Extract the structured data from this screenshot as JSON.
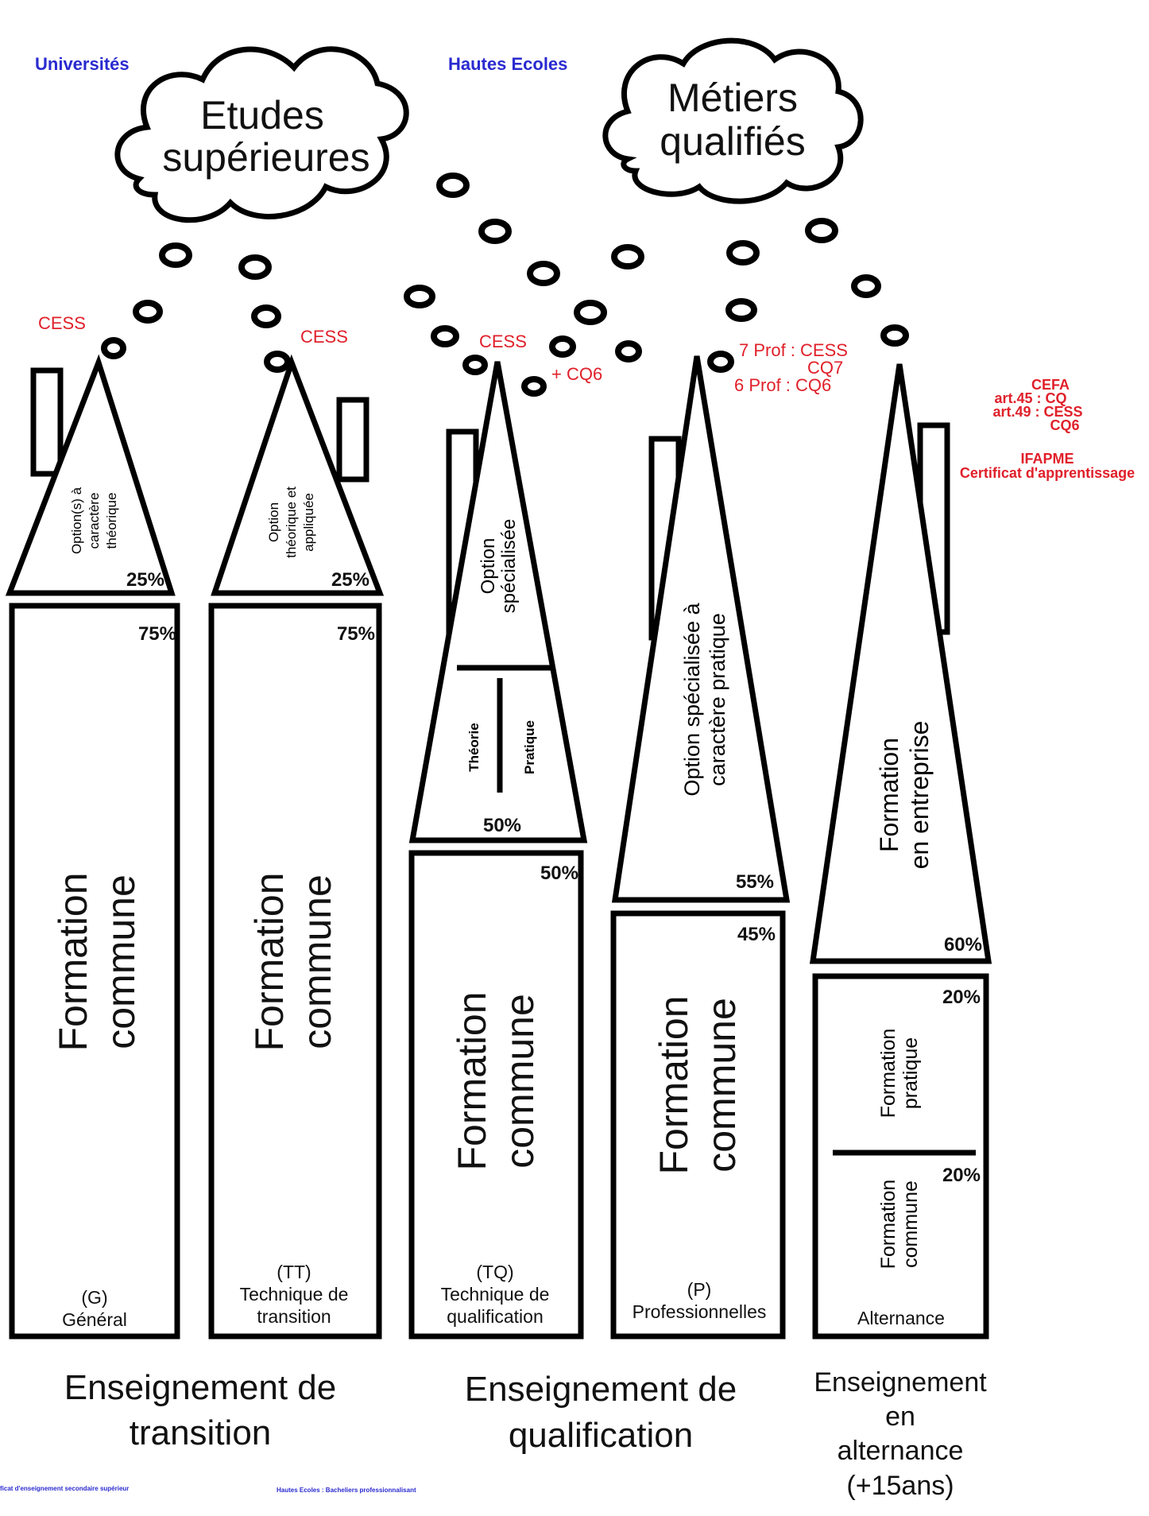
{
  "clouds": {
    "etudes_line1": "Etudes",
    "etudes_line2": "supérieures",
    "metiers_line1": "Métiers",
    "metiers_line2": "qualifiés"
  },
  "destinations": {
    "universites": "Universités",
    "hautes_ecoles": "Hautes Ecoles"
  },
  "certificates": {
    "g_cess": "CESS",
    "tt_cess": "CESS",
    "tq_cess": "CESS",
    "tq_cq6": "+ CQ6",
    "p_line1": "7 Prof : CESS",
    "p_line2": "CQ7",
    "p_line3": "6 Prof : CQ6",
    "alt_line1": "CEFA",
    "alt_line2": "art.45 : CQ",
    "alt_line3": "art.49 : CESS",
    "alt_line4": "CQ6",
    "alt_line5": "IFAPME",
    "alt_line6": "Certificat d'apprentissage"
  },
  "columns": [
    {
      "option_lines": [
        "Option(s) à",
        "caractère",
        "théorique"
      ],
      "option_pct": "25%",
      "common_pct": "75%",
      "common_line1": "Formation",
      "common_line2": "commune",
      "code": "(G)",
      "name_line1": "Général",
      "name_line2": ""
    },
    {
      "option_lines": [
        "Option",
        "théorique et",
        "appliquée"
      ],
      "option_pct": "25%",
      "common_pct": "75%",
      "common_line1": "Formation",
      "common_line2": "commune",
      "code": "(TT)",
      "name_line1": "Technique de",
      "name_line2": "transition"
    },
    {
      "option_lines": [
        "Option",
        "spécialisée"
      ],
      "theorie": "Théorie",
      "pratique": "Pratique",
      "option_pct": "50%",
      "common_pct": "50%",
      "common_line1": "Formation",
      "common_line2": "commune",
      "code": "(TQ)",
      "name_line1": "Technique de",
      "name_line2": "qualification"
    },
    {
      "option_lines": [
        "Option spécialisée à",
        "caractère pratique"
      ],
      "option_pct": "55%",
      "common_pct": "45%",
      "common_line1": "Formation",
      "common_line2": "commune",
      "code": "(P)",
      "name_line1": "Professionnelles",
      "name_line2": ""
    },
    {
      "option_lines": [
        "Formation",
        "en entreprise"
      ],
      "option_pct": "60%",
      "pratique_pct": "20%",
      "pratique_lines": [
        "Formation",
        "pratique"
      ],
      "commune_pct": "20%",
      "commune_lines": [
        "Formation",
        "commune"
      ],
      "code": "",
      "name_line1": "Alternance",
      "name_line2": ""
    }
  ],
  "sections": {
    "transition_line1": "Enseignement de",
    "transition_line2": "transition",
    "qualification_line1": "Enseignement de",
    "qualification_line2": "qualification",
    "alternance_line1": "Enseignement",
    "alternance_line2": "en",
    "alternance_line3": "alternance",
    "alternance_line4": "(+15ans)"
  },
  "footnotes": {
    "left": "ficat d'enseignement secondaire supérieur",
    "right": "Hautes Ecoles : Bacheliers professionnalisant"
  }
}
